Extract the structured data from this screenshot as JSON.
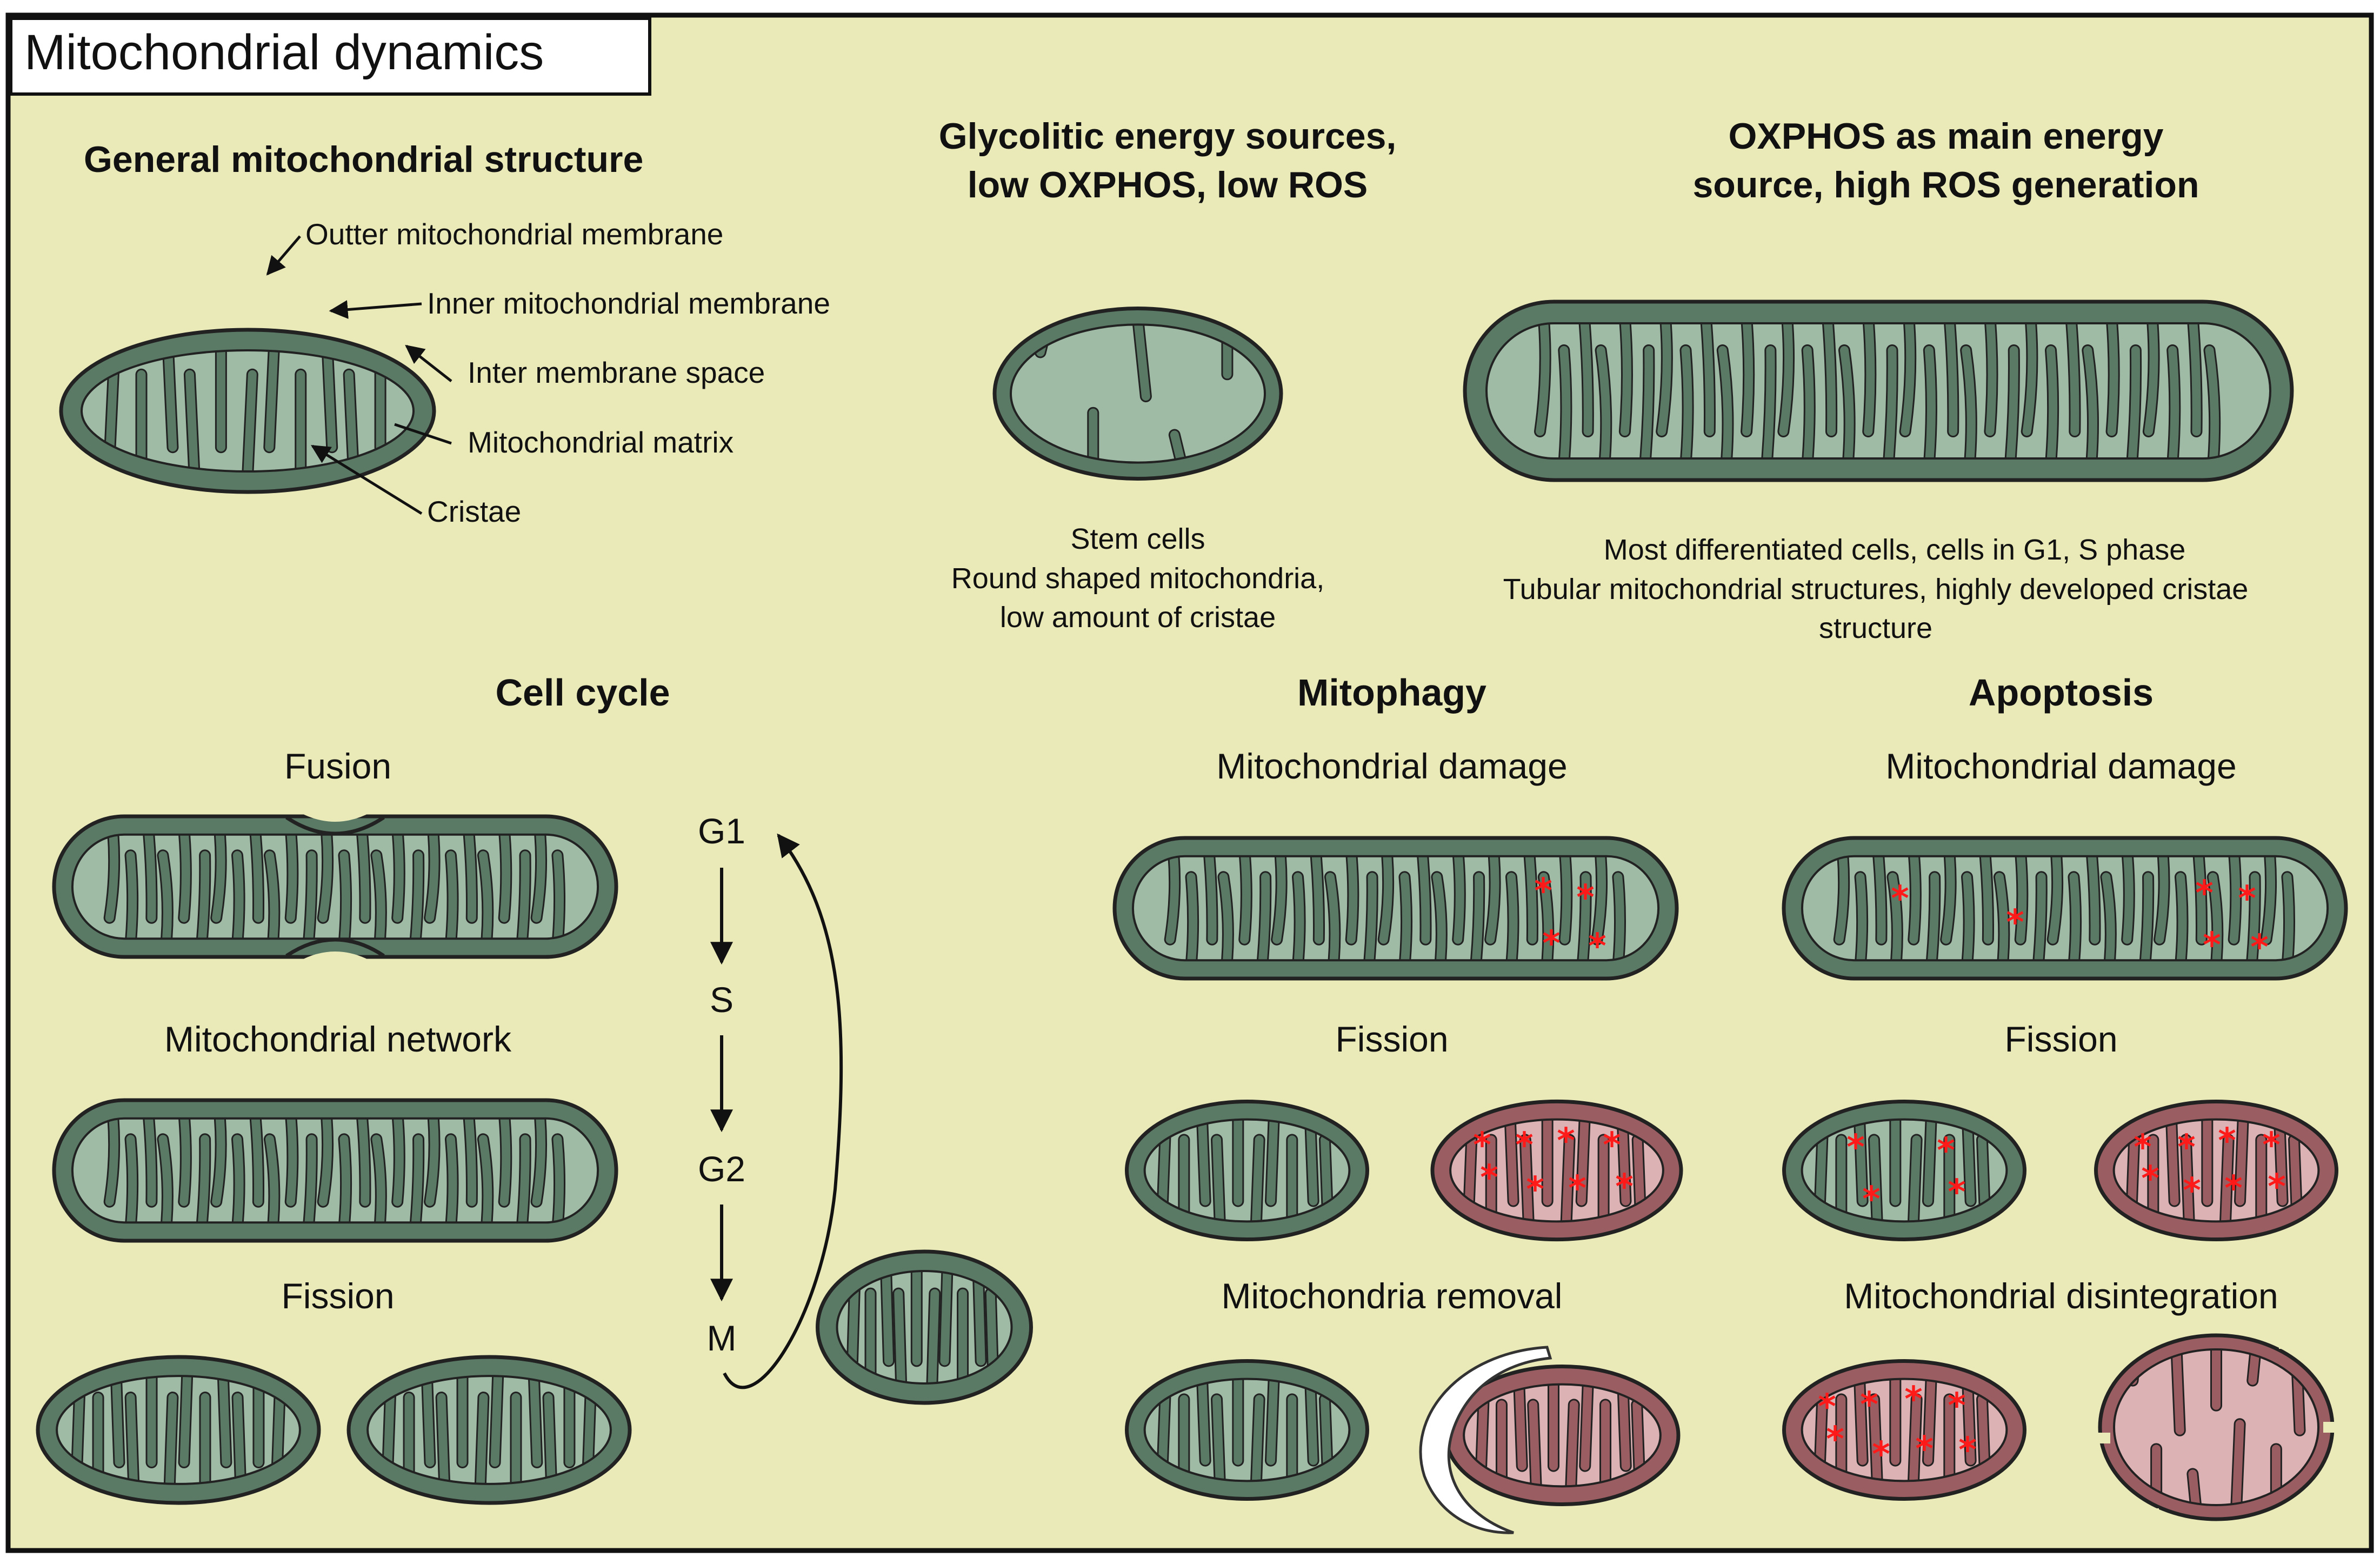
{
  "title": "Mitochondrial dynamics",
  "colors": {
    "background": "#eaeab8",
    "mito_outer": "#5a7a66",
    "mito_inner": "#9fbba6",
    "damaged_outer": "#9a5e62",
    "damaged_inner": "#dcb2b4",
    "stroke": "#222222",
    "damage_marker": "#ff1a1a",
    "phagophore": "#ffffff"
  },
  "structure": {
    "heading": "General mitochondrial structure",
    "labels": {
      "outer_membrane": "Outter mitochondrial membrane",
      "inner_membrane": "Inner mitochondrial membrane",
      "intermembrane_space": "Inter membrane space",
      "matrix": "Mitochondrial matrix",
      "cristae": "Cristae"
    }
  },
  "glycolytic": {
    "heading_line1": "Glycolitic energy sources,",
    "heading_line2": "low OXPHOS, low ROS",
    "caption_line1": "Stem cells",
    "caption_line2": "Round shaped mitochondria,",
    "caption_line3": "low amount of cristae"
  },
  "oxphos": {
    "heading_line1": "OXPHOS as main energy",
    "heading_line2": "source, high ROS generation",
    "caption_line1": "Most differentiated cells, cells in G1, S phase",
    "caption_line2": "Tubular mitochondrial structures, highly developed cristae",
    "caption_line3": "structure"
  },
  "cell_cycle": {
    "heading": "Cell cycle",
    "fusion_label": "Fusion",
    "network_label": "Mitochondrial network",
    "fission_label": "Fission",
    "phases": [
      "G1",
      "S",
      "G2",
      "M"
    ]
  },
  "mitophagy": {
    "heading": "Mitophagy",
    "damage_label": "Mitochondrial damage",
    "fission_label": "Fission",
    "removal_label": "Mitochondria removal"
  },
  "apoptosis": {
    "heading": "Apoptosis",
    "damage_label": "Mitochondrial damage",
    "fission_label": "Fission",
    "disintegration_label": "Mitochondrial disintegration"
  }
}
